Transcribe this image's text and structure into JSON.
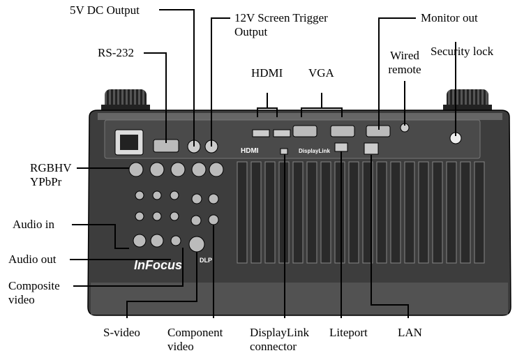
{
  "labels": {
    "dc_output": "5V DC Output",
    "screen_trigger": "12V Screen Trigger Output",
    "monitor_out": "Monitor out",
    "rs232": "RS-232",
    "hdmi": "HDMI",
    "vga": "VGA",
    "wired_remote": "Wired remote",
    "security_lock": "Security lock",
    "rgbhv": "RGBHV",
    "ypbpr": "YPbPr",
    "audio_in": "Audio in",
    "audio_out": "Audio out",
    "composite_video": "Composite video",
    "s_video": "S-video",
    "component_video": "Component video",
    "displaylink_connector": "DisplayLink connector",
    "liteport": "Liteport",
    "lan": "LAN"
  },
  "device": {
    "brand": "InFocus",
    "hdmi_logo": "HDMI",
    "displaylink_logo": "DisplayLink",
    "dlp_logo": "DLP"
  }
}
